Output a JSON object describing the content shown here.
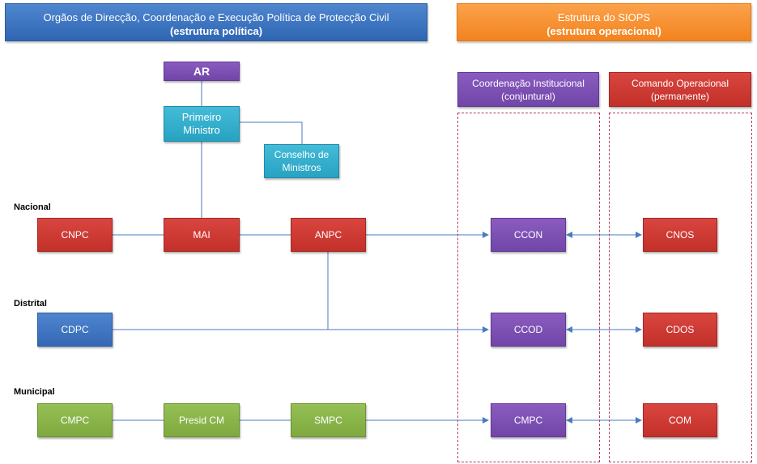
{
  "headers": {
    "political": {
      "line1": "Orgãos de Direcção, Coordenação e Execução Política de Protecção Civil",
      "line2": "(estrutura política)"
    },
    "operational": {
      "line1": "Estrutura do SIOPS",
      "line2": "(estrutura operacional)"
    }
  },
  "columns": {
    "institutional": {
      "line1": "Coordenação Institucional",
      "line2": "(conjuntural)"
    },
    "operational": {
      "line1": "Comando Operacional",
      "line2": "(permanente)"
    }
  },
  "levels": {
    "national": "Nacional",
    "district": "Distrital",
    "municipal": "Municipal"
  },
  "nodes": {
    "ar": "AR",
    "pm_line1": "Primeiro",
    "pm_line2": "Ministro",
    "cm_line1": "Conselho de",
    "cm_line2": "Ministros",
    "cnpc": "CNPC",
    "mai": "MAI",
    "anpc": "ANPC",
    "ccon": "CCON",
    "cnos": "CNOS",
    "cdpc": "CDPC",
    "ccod": "CCOD",
    "cdos": "CDOS",
    "cmpc_left": "CMPC",
    "presid_cm": "Presid CM",
    "smpc": "SMPC",
    "cmpc_right": "CMPC",
    "com": "COM"
  },
  "colors": {
    "blue": "#3a72c0",
    "orange": "#f7921f",
    "purple": "#7a4fb0",
    "red": "#c8352f",
    "cyan": "#2fabc9",
    "green": "#88b347",
    "connector": "#4a7bbf",
    "dashed": "#b0415b"
  }
}
